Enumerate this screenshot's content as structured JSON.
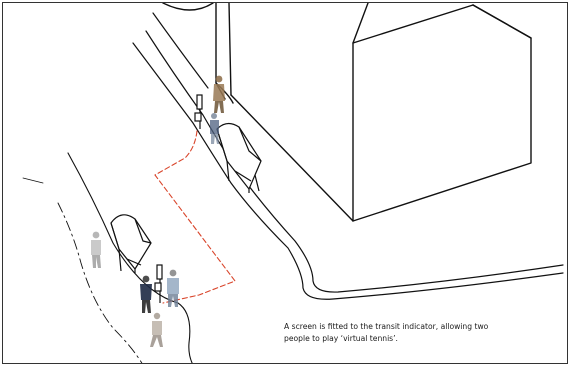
{
  "caption": {
    "line1": "A screen is fitted to the transit indicator, allowing two",
    "line2": "people to play ‘virtual tennis’."
  },
  "colors": {
    "ink": "#111111",
    "court_line": "#d9452b",
    "frame": "#333333"
  },
  "icons": [
    "building",
    "bus-shelter",
    "transit-indicator-pole",
    "person"
  ]
}
